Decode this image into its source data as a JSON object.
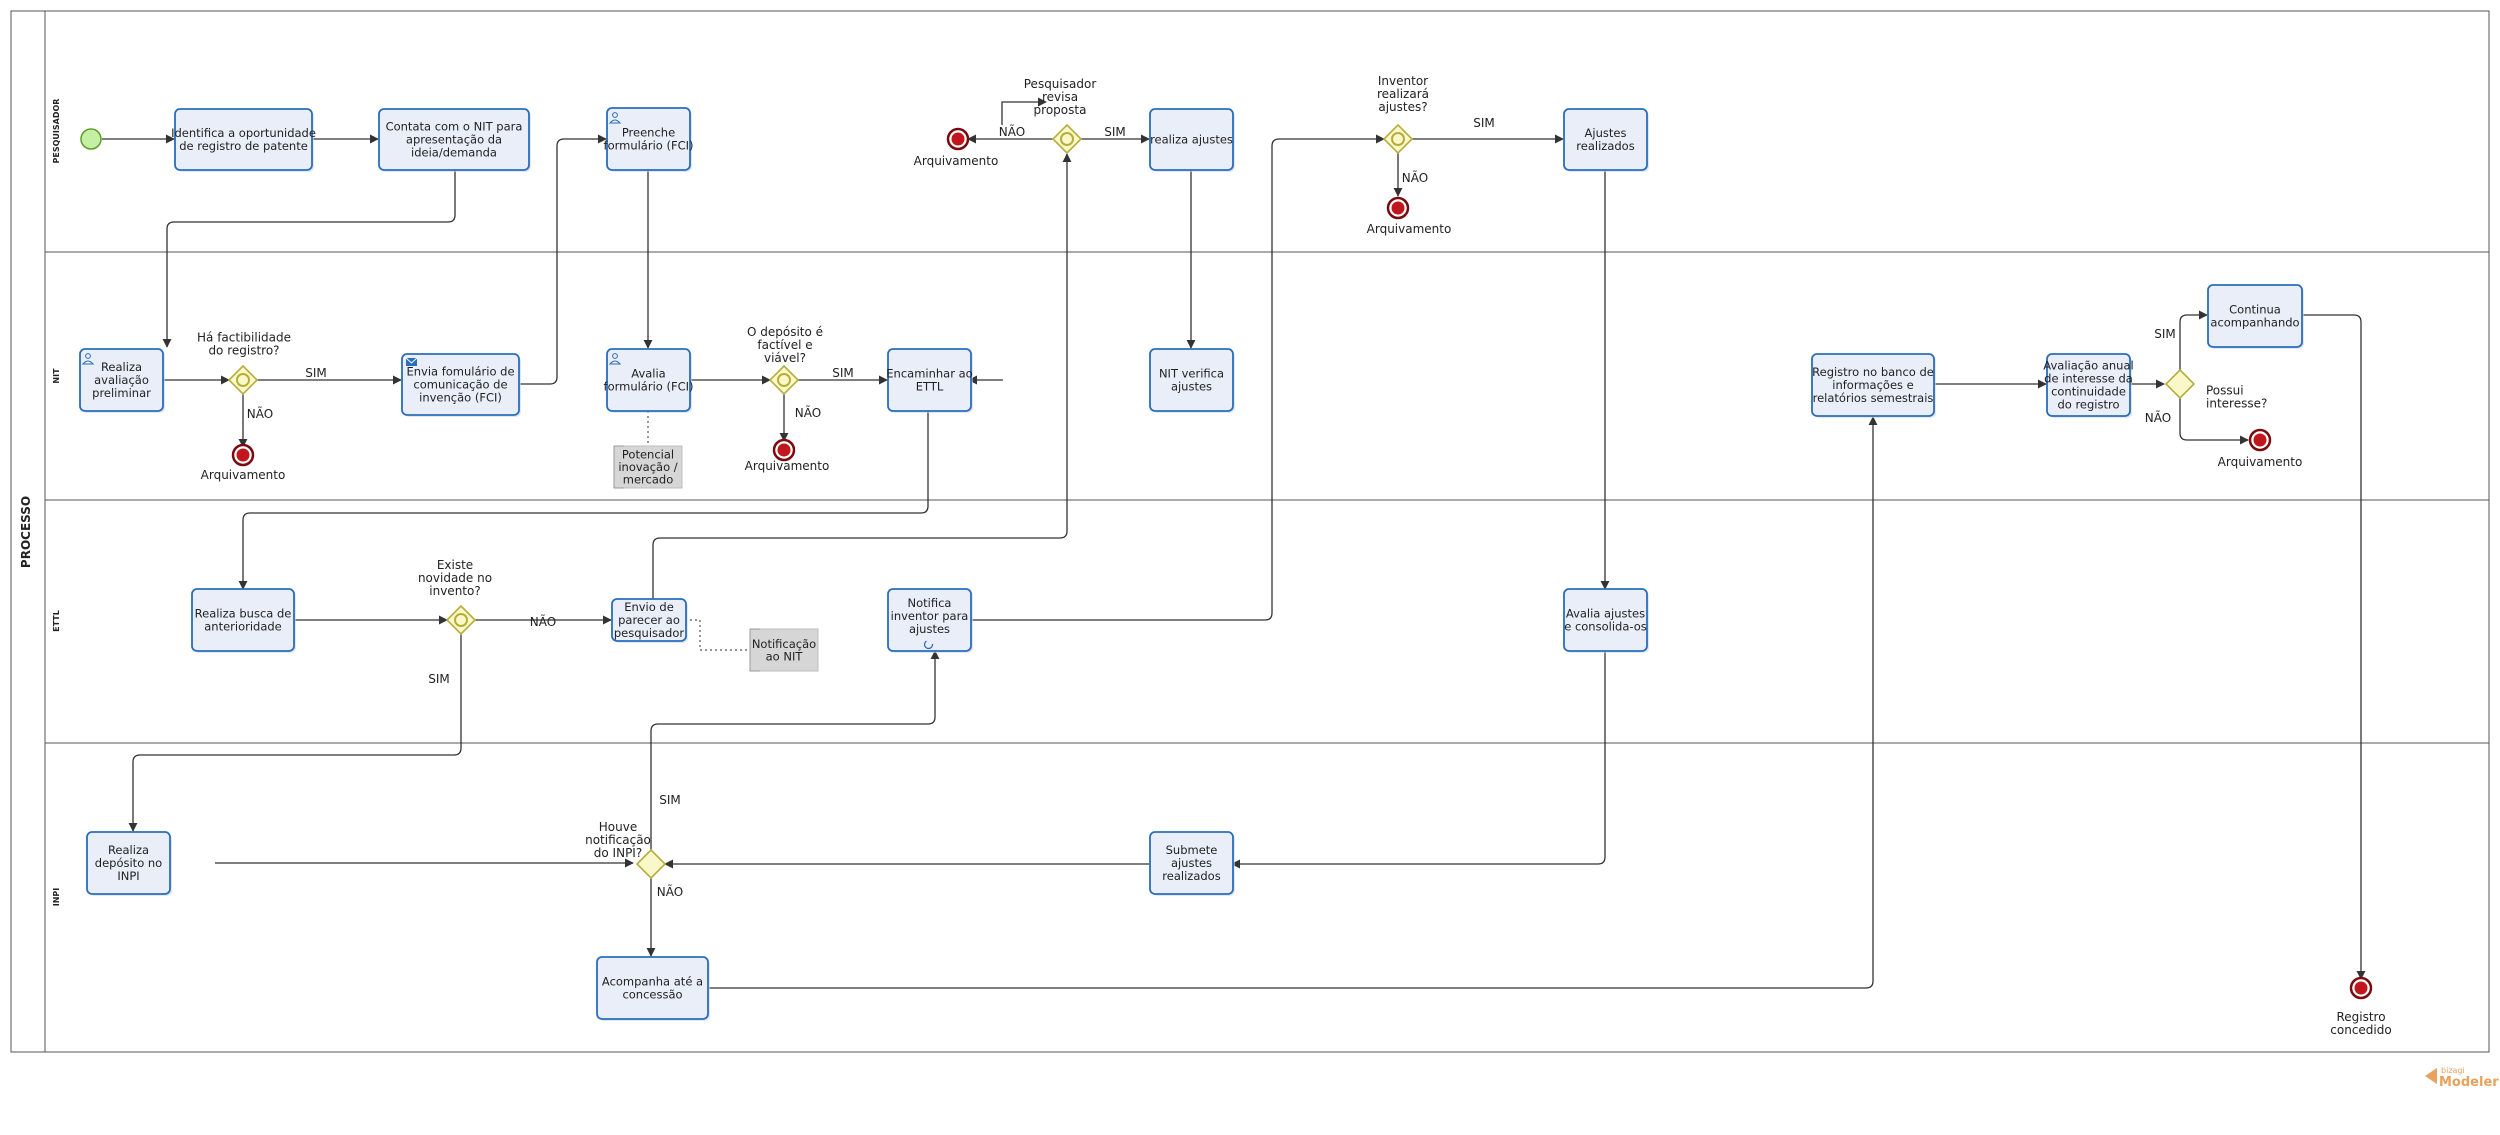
{
  "pool": {
    "label": "PROCESSO"
  },
  "lanes": [
    {
      "id": "pesquisador",
      "label": "PESQUISADOR"
    },
    {
      "id": "nit",
      "label": "NIT"
    },
    {
      "id": "ettl",
      "label": "ETTL"
    },
    {
      "id": "inpi",
      "label": "INPI"
    }
  ],
  "tasks": {
    "t_identifica": {
      "lines": [
        "Identifica a oportunidade",
        "de registro de patente"
      ]
    },
    "t_contata": {
      "lines": [
        "Contata com o NIT para",
        "apresentação da",
        "ideia/demanda"
      ]
    },
    "t_preenche": {
      "lines": [
        "Preenche",
        "formulário (FCI)"
      ],
      "marker": "user"
    },
    "t_realiza_ajustes": {
      "lines": [
        "realiza ajustes"
      ]
    },
    "t_ajustes_realizados": {
      "lines": [
        "Ajustes",
        "realizados"
      ]
    },
    "t_avaliacao_prelim": {
      "lines": [
        "Realiza",
        "avaliação",
        "preliminar"
      ],
      "marker": "user"
    },
    "t_envia_fci": {
      "lines": [
        "Envia fomulário de",
        "comunicação de",
        "invenção (FCI)"
      ],
      "marker": "send"
    },
    "t_avalia_fci": {
      "lines": [
        "Avalia",
        "formulário (FCI)"
      ],
      "marker": "user"
    },
    "t_encaminhar": {
      "lines": [
        "Encaminhar ao",
        "ETTL"
      ]
    },
    "t_nit_verifica": {
      "lines": [
        "NIT verifica",
        "ajustes"
      ]
    },
    "t_registro_banco": {
      "lines": [
        "Registro no banco de",
        "informações e",
        "relatórios semestrais"
      ]
    },
    "t_avaliacao_anual": {
      "lines": [
        "Avaliação anual",
        "de interesse da",
        "continuidade",
        "do registro"
      ]
    },
    "t_continua": {
      "lines": [
        "Continua",
        "acompanhando"
      ]
    },
    "t_busca": {
      "lines": [
        "Realiza busca de",
        "anterioridade"
      ]
    },
    "t_envio_parecer": {
      "lines": [
        "Envio de",
        "parecer ao",
        "pesquisador"
      ]
    },
    "t_notifica": {
      "lines": [
        "Notifica",
        "inventor para",
        "ajustes"
      ],
      "marker": "loop"
    },
    "t_avalia_ajustes": {
      "lines": [
        "Avalia ajustes",
        "e consolida-os"
      ]
    },
    "t_deposito": {
      "lines": [
        "Realiza",
        "depósito no",
        "INPI"
      ]
    },
    "t_submete": {
      "lines": [
        "Submete",
        "ajustes",
        "realizados"
      ]
    },
    "t_acompanha": {
      "lines": [
        "Acompanha até a",
        "concessão"
      ]
    }
  },
  "annotations": {
    "a_potencial": {
      "lines": [
        "Potencial",
        "inovação /",
        "mercado"
      ]
    },
    "a_notificacao": {
      "lines": [
        "Notificação",
        "ao NIT"
      ]
    }
  },
  "gateways": {
    "g_revisa": {
      "lines": [
        "Pesquisador",
        "revisa",
        "proposta"
      ]
    },
    "g_inventor": {
      "lines": [
        "Inventor",
        "realizará",
        "ajustes?"
      ]
    },
    "g_factibilidade": {
      "lines": [
        "Há factibilidade",
        "do registro?"
      ]
    },
    "g_deposito_viavel": {
      "lines": [
        "O depósito é",
        "factível e",
        "viável?"
      ]
    },
    "g_interesse": {
      "lines": [
        "Possui",
        "interesse?"
      ]
    },
    "g_novidade": {
      "lines": [
        "Existe",
        "novidade no",
        "invento?"
      ]
    },
    "g_notificacao": {
      "lines": [
        "Houve",
        "notificação",
        "do INPI?"
      ]
    }
  },
  "events": {
    "start": {
      "lines": []
    },
    "e_arq_revisa": {
      "lines": [
        "Arquivamento"
      ]
    },
    "e_arq_inventor": {
      "lines": [
        "Arquivamento"
      ]
    },
    "e_arq_factibilidade": {
      "lines": [
        "Arquivamento"
      ]
    },
    "e_arq_deposito": {
      "lines": [
        "Arquivamento"
      ]
    },
    "e_arq_interesse": {
      "lines": [
        "Arquivamento"
      ]
    },
    "e_concedido": {
      "lines": [
        "Registro",
        "concedido"
      ]
    }
  },
  "flow_labels": {
    "sim": "SIM",
    "nao": "NÃO"
  },
  "colors": {
    "task_fill": "#e9eef9",
    "task_stroke": "#2a6ebb",
    "gateway_fill": "#faf8c8",
    "gateway_stroke": "#b6ae3c",
    "start_fill": "#c5f0a4",
    "start_stroke": "#5a9e2a",
    "end_fill": "#c0161c",
    "end_stroke": "#7a0a0e",
    "annotation_fill": "#d6d6d6"
  },
  "branding": {
    "line1": "bizagi",
    "line2": "Modeler"
  }
}
